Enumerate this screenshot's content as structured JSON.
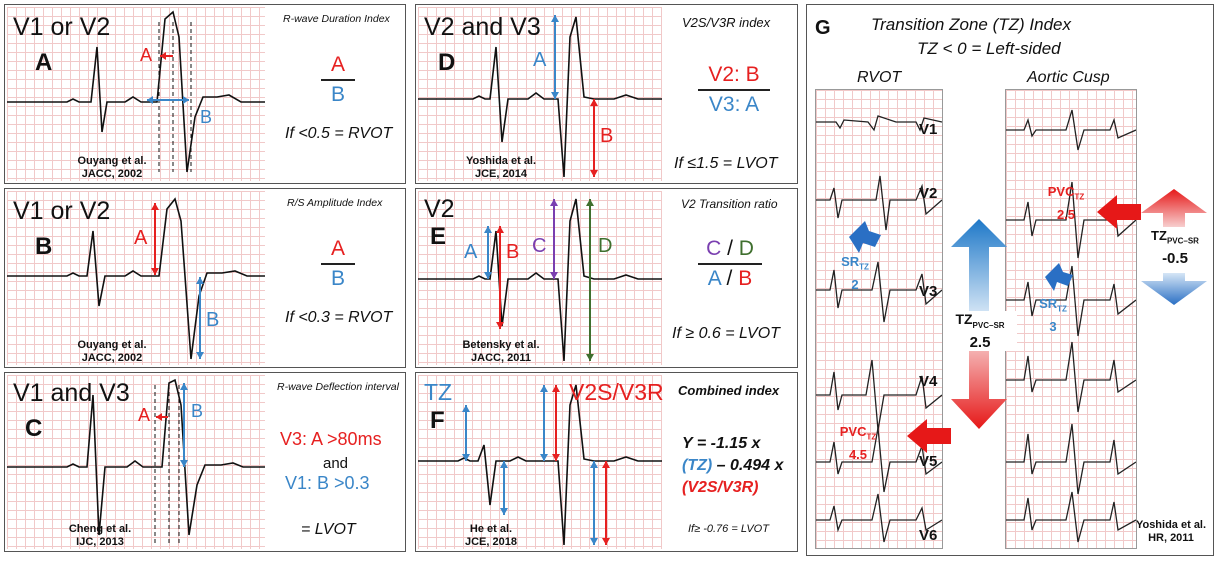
{
  "panel_a": {
    "lead": "V1 or V2",
    "letter": "A",
    "index_name": "R-wave Duration Index",
    "marker_a": "A",
    "marker_b": "B",
    "frac_num": "A",
    "frac_den": "B",
    "rule": "If <0.5 = RVOT",
    "cite_1": "Ouyang et al.",
    "cite_2": "JACC, 2002"
  },
  "panel_b": {
    "lead": "V1 or V2",
    "letter": "B",
    "index_name": "R/S Amplitude Index",
    "marker_a": "A",
    "marker_b": "B",
    "frac_num": "A",
    "frac_den": "B",
    "rule": "If <0.3 = RVOT",
    "cite_1": "Ouyang et al.",
    "cite_2": "JACC, 2002"
  },
  "panel_c": {
    "lead": "V1 and V3",
    "letter": "C",
    "index_name": "R-wave Deflection interval",
    "marker_a": "A",
    "marker_b": "B",
    "crit_1": "V3: A >80ms",
    "crit_and": "and",
    "crit_2": "V1: B >0.3",
    "rule": "= LVOT",
    "cite_1": "Cheng et al.",
    "cite_2": "IJC, 2013"
  },
  "panel_d": {
    "lead": "V2 and V3",
    "letter": "D",
    "index_name": "V2S/V3R index",
    "marker_a": "A",
    "marker_b": "B",
    "frac_num": "V2: B",
    "frac_den": "V3: A",
    "rule": "If ≤1.5 = LVOT",
    "cite_1": "Yoshida et al.",
    "cite_2": "JCE, 2014"
  },
  "panel_e": {
    "lead": "V2",
    "letter": "E",
    "index_name": "V2 Transition ratio",
    "marker_a": "A",
    "marker_b": "B",
    "marker_c": "C",
    "marker_d": "D",
    "frac_num_c": "C",
    "frac_num_d": "D",
    "frac_den_a": "A",
    "frac_den_b": "B",
    "slash": "/",
    "rule": "If ≥ 0.6 = LVOT",
    "cite_1": "Betensky et al.",
    "cite_2": "JACC, 2011"
  },
  "panel_f": {
    "lead_tz": "TZ",
    "lead_v": "V2S/V3R",
    "letter": "F",
    "index_name": "Combined index",
    "line_1": "Y = -1.15 x",
    "line_2a": "(TZ)",
    "line_2b": " – 0.494 x",
    "line_3": "(V2S/V3R)",
    "rule": "If≥ -0.76 = LVOT",
    "cite_1": "He et al.",
    "cite_2": "JCE, 2018"
  },
  "panel_g": {
    "letter": "G",
    "title": "Transition Zone (TZ) Index",
    "subtitle": "TZ < 0 = Left-sided",
    "rvot": "RVOT",
    "aortic": "Aortic Cusp",
    "leads": [
      "V1",
      "V2",
      "V3",
      "V4",
      "V5",
      "V6"
    ],
    "sr_left_label": "SR",
    "sr_left_sub": "TZ",
    "sr_left_val": "2",
    "pvc_left_label": "PVC",
    "pvc_left_sub": "TZ",
    "pvc_left_val": "4.5",
    "tz_center_label": "TZ",
    "tz_center_sub": "PVC–SR",
    "tz_center_val": "2.5",
    "pvc_right_label": "PVC",
    "pvc_right_sub": "TZ",
    "pvc_right_val": "2.5",
    "sr_right_label": "SR",
    "sr_right_sub": "TZ",
    "sr_right_val": "3",
    "tz_right_label": "TZ",
    "tz_right_sub": "PVC–SR",
    "tz_right_val": "-0.5",
    "cite_1": "Yoshida et al.",
    "cite_2": "HR, 2011"
  },
  "colors": {
    "red": "#e62020",
    "blue": "#3a86c8",
    "purple": "#7a3fb0",
    "green": "#3f6f2e",
    "grid": "#f1c9c9"
  }
}
